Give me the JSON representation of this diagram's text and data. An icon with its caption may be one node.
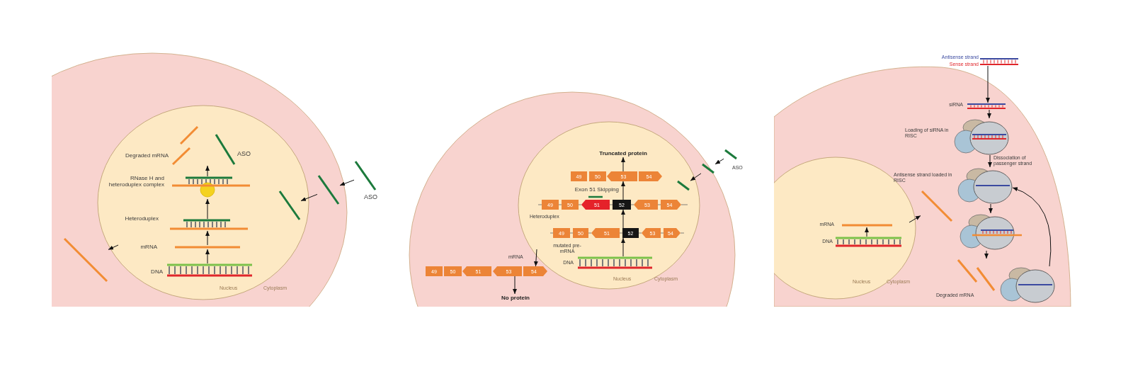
{
  "diagram": {
    "nodes": [
      {
        "text": [],
        "shape": "picture",
        "beside": [
          "DNA"
        ]
      },
      {
        "text": [],
        "shape": "bar",
        "beside": [
          "mRNA"
        ]
      },
      {
        "text": [],
        "shape": "picture",
        "beside": [
          "Heteroduplex"
        ]
      },
      {
        "text": [],
        "shape": "picture",
        "beside": [
          "RNase H and heteroduplex complex"
        ]
      },
      {
        "text": [],
        "shape": "bar",
        "beside": [
          "Degraded mRNA"
        ]
      },
      {
        "text": [],
        "shape": "bar",
        "beside": [
          "ASO"
        ]
      },
      {
        "text": [],
        "shape": "bar",
        "beside": [
          "ASO"
        ]
      },
      {
        "text": [],
        "shape": "bar"
      },
      {
        "text": [],
        "shape": "bar"
      },
      {
        "text": [],
        "shape": "bar"
      },
      {
        "text": [
          "Truncated protein"
        ]
      },
      {
        "text": [
          "49"
        ]
      },
      {
        "text": [
          "50"
        ]
      },
      {
        "text": [
          "53"
        ]
      },
      {
        "text": [
          "54"
        ]
      },
      {
        "text": [
          "49"
        ]
      },
      {
        "text": [
          "50"
        ]
      },
      {
        "text": [
          "51"
        ]
      },
      {
        "text": [
          "52"
        ]
      },
      {
        "text": [
          "53"
        ]
      },
      {
        "text": [
          "54"
        ]
      },
      {
        "text": [
          "49"
        ]
      },
      {
        "text": [
          "50"
        ]
      },
      {
        "text": [
          "51"
        ]
      },
      {
        "text": [
          "52"
        ]
      },
      {
        "text": [
          "53"
        ]
      },
      {
        "text": [
          "54"
        ]
      },
      {
        "text": [],
        "shape": "picture",
        "beside": [
          "DNA"
        ]
      },
      {
        "text": [
          "49"
        ]
      },
      {
        "text": [
          "50"
        ]
      },
      {
        "text": [
          "51"
        ]
      },
      {
        "text": [
          "53"
        ]
      },
      {
        "text": [
          "54"
        ]
      },
      {
        "text": [
          "No protein"
        ]
      },
      {
        "text": [],
        "shape": "bar",
        "beside": [
          "ASO"
        ]
      },
      {
        "text": [],
        "shape": "bar"
      },
      {
        "text": [],
        "shape": "bar"
      },
      {
        "text": [],
        "shape": "picture",
        "beside": [
          "Antisense strand",
          "Sense strand"
        ]
      },
      {
        "text": [],
        "shape": "picture",
        "beside": [
          "siRNA"
        ]
      },
      {
        "text": [],
        "shape": "picture",
        "beside": [
          "Loading of siRNA in RISC"
        ]
      },
      {
        "text": [],
        "shape": "picture",
        "beside": [
          "Antisense strand loaded in RISC"
        ]
      },
      {
        "text": [],
        "shape": "picture"
      },
      {
        "text": [],
        "shape": "bar",
        "beside": [
          "Degraded mRNA"
        ]
      },
      {
        "text": [],
        "shape": "picture"
      },
      {
        "text": [],
        "shape": "bar",
        "beside": [
          "mRNA"
        ]
      },
      {
        "text": [],
        "shape": "picture",
        "beside": [
          "DNA"
        ]
      },
      {
        "text": [],
        "shape": "bar"
      }
    ],
    "edges": [
      {
        "from": 0,
        "to": 1,
        "arrow": "to"
      },
      {
        "from": 1,
        "to": 2,
        "arrow": "to"
      },
      {
        "from": 2,
        "to": 3,
        "arrow": "to"
      },
      {
        "from": 3,
        "to": 4,
        "arrow": "to"
      },
      {
        "from": 6,
        "to": 7,
        "arrow": "to"
      },
      {
        "from": 7,
        "to": 8,
        "arrow": "to"
      },
      {
        "from": null,
        "to": 9,
        "arrow": "to"
      },
      {
        "from": 27,
        "to": 24,
        "arrow": "to"
      },
      {
        "from": 24,
        "to": 18,
        "arrow": "to"
      },
      {
        "from": 18,
        "to": 13,
        "arrow": "to",
        "label": "Exon 51 Skipping"
      },
      {
        "from": 13,
        "to": 10,
        "arrow": "to"
      },
      {
        "from": null,
        "to": 32,
        "arrow": "to"
      },
      {
        "from": 31,
        "to": 33,
        "arrow": "to"
      },
      {
        "from": 34,
        "to": 35,
        "arrow": "to"
      },
      {
        "from": 35,
        "to": 36,
        "arrow": "to"
      },
      {
        "from": 37,
        "to": 38,
        "arrow": "to"
      },
      {
        "from": 38,
        "to": 39,
        "arrow": "to"
      },
      {
        "from": 39,
        "to": 40,
        "arrow": "to",
        "label": "Dissociation of passenger strand"
      },
      {
        "from": 40,
        "to": 41,
        "arrow": "to"
      },
      {
        "from": 41,
        "to": 42,
        "arrow": "to"
      },
      {
        "from": 43,
        "to": 40,
        "arrow": "to"
      },
      {
        "from": 45,
        "to": 44,
        "arrow": "to"
      },
      {
        "from": null,
        "to": 46,
        "arrow": "to"
      },
      {
        "from": null,
        "to": 15,
        "arrow": "none"
      },
      {
        "from": 15,
        "to": 16,
        "arrow": "none"
      },
      {
        "from": 16,
        "to": 17,
        "arrow": "none"
      },
      {
        "from": 17,
        "to": 18,
        "arrow": "none"
      },
      {
        "from": 18,
        "to": 19,
        "arrow": "none"
      },
      {
        "from": 19,
        "to": 20,
        "arrow": "none"
      },
      {
        "from": 20,
        "to": null,
        "arrow": "none"
      },
      {
        "from": null,
        "to": 21,
        "arrow": "none"
      },
      {
        "from": 21,
        "to": 22,
        "arrow": "none"
      },
      {
        "from": 22,
        "to": 23,
        "arrow": "none"
      },
      {
        "from": 23,
        "to": 24,
        "arrow": "none"
      },
      {
        "from": 24,
        "to": 25,
        "arrow": "none"
      },
      {
        "from": 25,
        "to": 26,
        "arrow": "none"
      },
      {
        "from": 26,
        "to": null,
        "arrow": "none"
      }
    ],
    "labels": [
      "Nucleus",
      "Cytoplasm",
      "Heteroduplex",
      "mutated pre-mRNA",
      "mRNA",
      "Nucleus",
      "Cytoplasm",
      "Nucleus",
      "Cytoplasm"
    ]
  }
}
